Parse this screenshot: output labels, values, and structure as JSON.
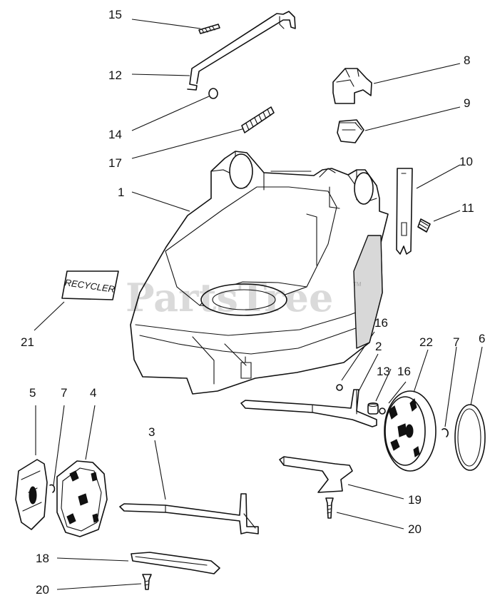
{
  "watermark": {
    "text": "PartsTree",
    "trademark": "TM"
  },
  "decal_text": "RECYCLER",
  "callouts": [
    {
      "id": "c15",
      "number": "15"
    },
    {
      "id": "c12",
      "number": "12"
    },
    {
      "id": "c14",
      "number": "14"
    },
    {
      "id": "c17",
      "number": "17"
    },
    {
      "id": "c1",
      "number": "1"
    },
    {
      "id": "c8",
      "number": "8"
    },
    {
      "id": "c9",
      "number": "9"
    },
    {
      "id": "c10",
      "number": "10"
    },
    {
      "id": "c11",
      "number": "11"
    },
    {
      "id": "c21",
      "number": "21"
    },
    {
      "id": "c16a",
      "number": "16"
    },
    {
      "id": "c2",
      "number": "2"
    },
    {
      "id": "c22",
      "number": "22"
    },
    {
      "id": "c7a",
      "number": "7"
    },
    {
      "id": "c6",
      "number": "6"
    },
    {
      "id": "c13",
      "number": "13"
    },
    {
      "id": "c16b",
      "number": "16"
    },
    {
      "id": "c5",
      "number": "5"
    },
    {
      "id": "c7b",
      "number": "7"
    },
    {
      "id": "c4",
      "number": "4"
    },
    {
      "id": "c3",
      "number": "3"
    },
    {
      "id": "c19",
      "number": "19"
    },
    {
      "id": "c20a",
      "number": "20"
    },
    {
      "id": "c18",
      "number": "18"
    },
    {
      "id": "c20b",
      "number": "20"
    }
  ]
}
